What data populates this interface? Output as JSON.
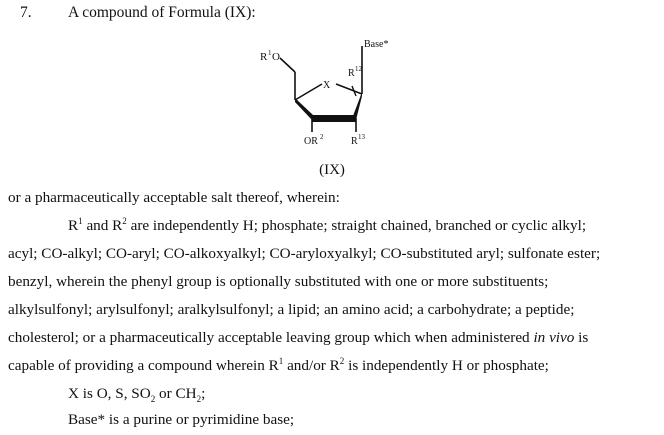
{
  "claim": {
    "number": "7.",
    "title": "A compound of Formula (IX):"
  },
  "structure": {
    "labels": {
      "r1o": "O",
      "r1": "1",
      "x": "X",
      "base": "Base*",
      "r12": "12",
      "or2": "OR",
      "r2": "2",
      "r13": "13",
      "r": "R"
    }
  },
  "formula_label": "(IX)",
  "lines": {
    "l1": "or a pharmaceutically acceptable salt thereof, wherein:",
    "l2a": "R",
    "l2b": "1",
    "l2c": " and R",
    "l2d": "2",
    "l2e": " are independently H; phosphate; straight chained, branched or cyclic alkyl;",
    "l3": "acyl; CO-alkyl; CO-aryl; CO-alkoxyalkyl; CO-aryloxyalkyl; CO-substituted aryl; sulfonate ester;",
    "l4": "benzyl, wherein the phenyl group is optionally substituted with one or more substituents;",
    "l5": "alkylsulfonyl; arylsulfonyl; aralkylsulfonyl; a lipid; an amino acid; a carbohydrate; a peptide;",
    "l6a": "cholesterol; or a pharmaceutically acceptable leaving group which when administered ",
    "l6b": "in vivo",
    "l6c": " is",
    "l7a": "capable of providing a compound wherein R",
    "l7b": "1",
    "l7c": " and/or R",
    "l7d": "2",
    "l7e": " is independently H or phosphate;",
    "l8a": "X is O, S, SO",
    "l8b": "2",
    "l8c": " or CH",
    "l8d": "2",
    "l8e": ";",
    "l9": "Base* is a purine or pyrimidine base;"
  }
}
